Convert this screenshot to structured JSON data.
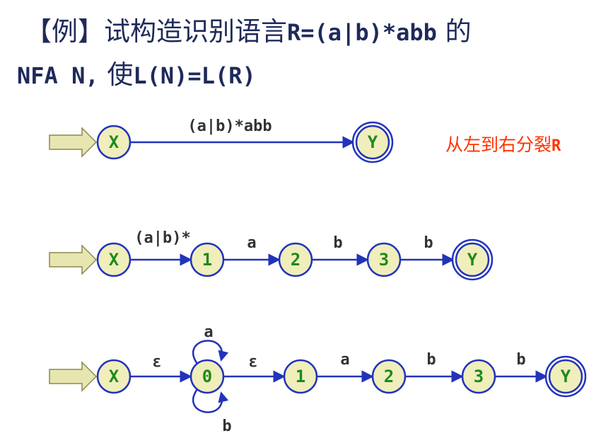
{
  "title": {
    "bracket": "【例】",
    "text_cn": "试构造识别语言",
    "expr": "R=(a|b)*abb",
    "tail_cn": " 的",
    "line2_nfa": "NFA N,",
    "line2_cn": " 使",
    "line2_expr": "L(N)=L(R)"
  },
  "note": {
    "cn": "从左到右分裂",
    "r": "R"
  },
  "colors": {
    "title": "#1f2a5a",
    "edge": "#2233bb",
    "node_fill": "#f0eebb",
    "node_stroke": "#2233bb",
    "state_text": "#1e8a1e",
    "start_arrow": "#e8e6b0",
    "note": "#ff3300"
  },
  "diagrams": [
    {
      "nodes": [
        "X",
        "Y"
      ],
      "edges": [
        "(a|b)*abb"
      ]
    },
    {
      "nodes": [
        "X",
        "1",
        "2",
        "3",
        "Y"
      ],
      "edges": [
        "(a|b)*",
        "a",
        "b",
        "b"
      ]
    },
    {
      "nodes": [
        "X",
        "0",
        "1",
        "2",
        "3",
        "Y"
      ],
      "edges": [
        "ε",
        "ε",
        "a",
        "b",
        "b"
      ],
      "self_loops": [
        "a",
        "b"
      ]
    }
  ]
}
